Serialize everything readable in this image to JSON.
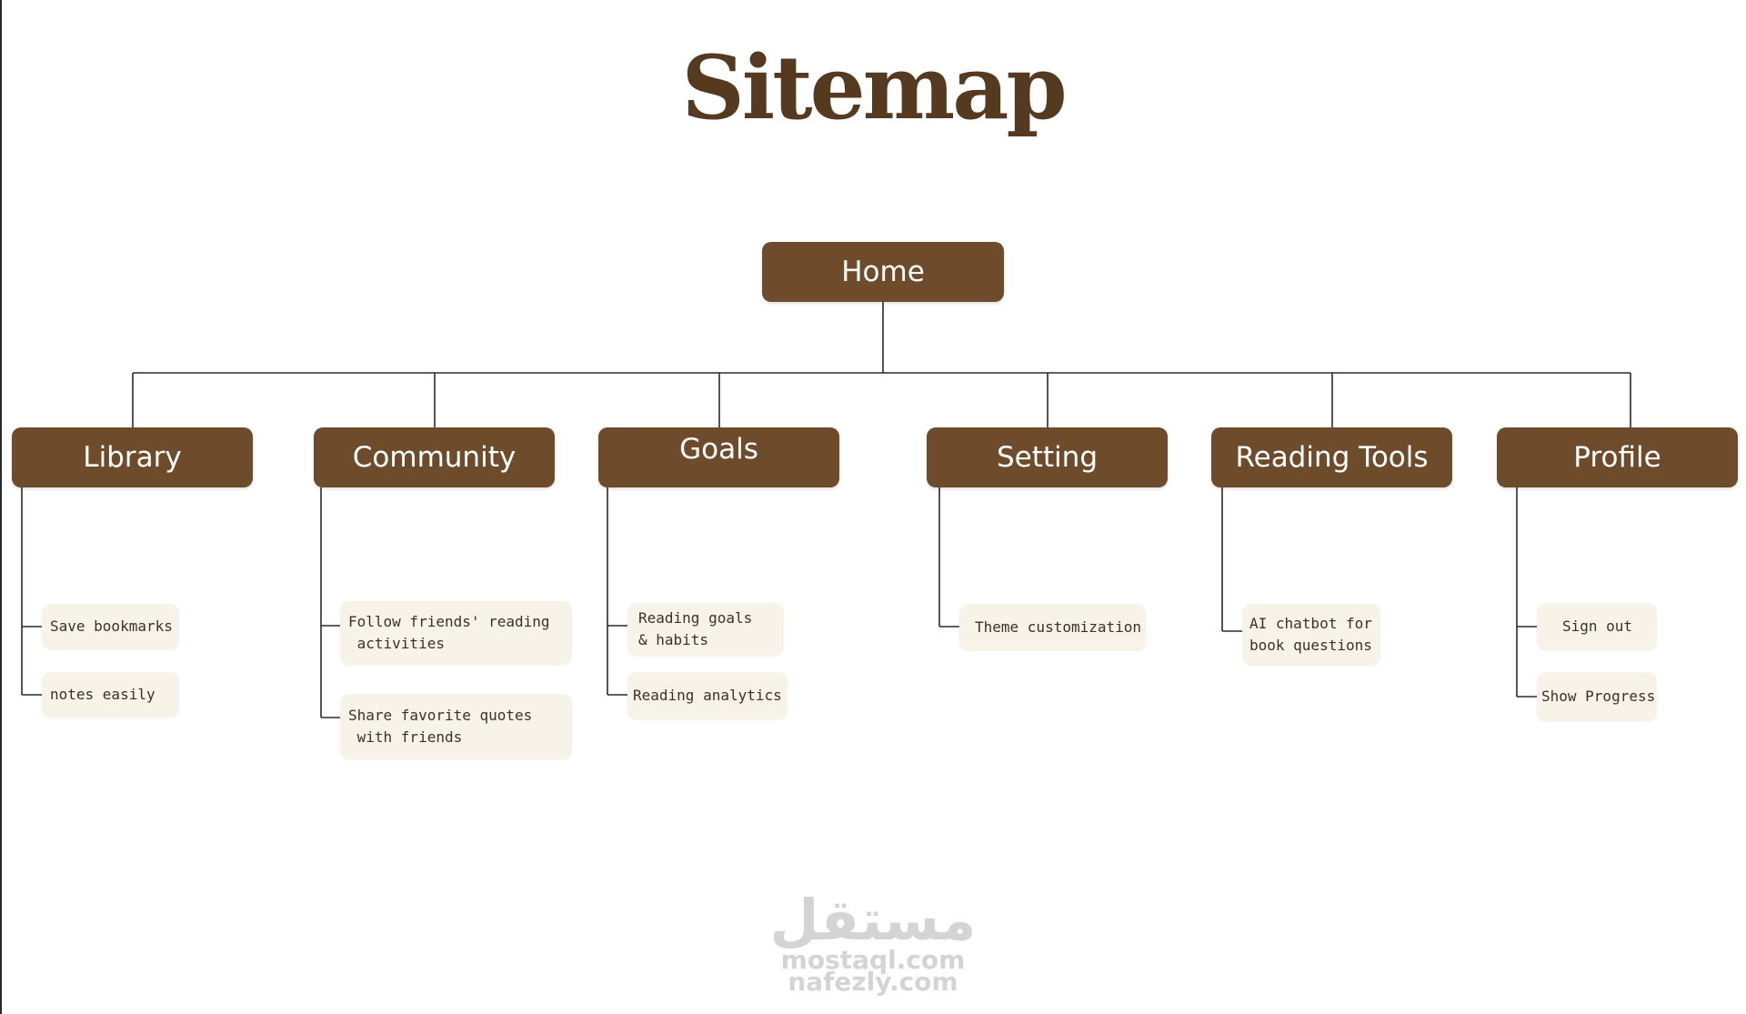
{
  "title": "Sitemap",
  "root": {
    "label": "Home"
  },
  "sections": [
    {
      "label": "Library",
      "items": [
        "Save bookmarks",
        "notes easily"
      ]
    },
    {
      "label": "Community",
      "items": [
        "Follow friends' reading\n activities",
        "Share favorite quotes\n with friends"
      ]
    },
    {
      "label": "Goals",
      "items": [
        "Reading goals\n& habits",
        "Reading analytics"
      ]
    },
    {
      "label": "Setting",
      "items": [
        "Theme customization"
      ]
    },
    {
      "label": "Reading Tools",
      "items": [
        "AI chatbot for\nbook questions"
      ]
    },
    {
      "label": "Profile",
      "items": [
        "Sign out",
        "Show Progress"
      ]
    }
  ],
  "watermark": {
    "glyph": "مستقل",
    "line1": "mostaql.com",
    "line2": "nafezly.com"
  },
  "colors": {
    "node": "#6e4b2b",
    "leaf": "#f8f3e9",
    "title": "#553a20",
    "connector": "#2b2b2b"
  }
}
